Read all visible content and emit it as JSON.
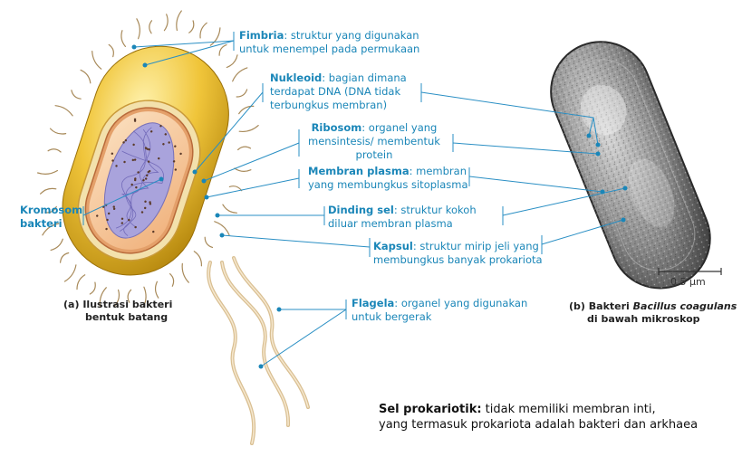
{
  "labels": {
    "fimbria": {
      "term": "Fimbria",
      "desc1": ": struktur yang digunakan",
      "desc2": "untuk menempel pada permukaan"
    },
    "nukleoid": {
      "term": "Nukleoid",
      "desc1": ": bagian dimana",
      "desc2": "terdapat DNA (DNA tidak",
      "desc3": "terbungkus membran)"
    },
    "ribosom": {
      "term": "Ribosom",
      "desc1": ": organel yang",
      "desc2": "mensintesis/ membentuk",
      "desc3": "protein"
    },
    "membran": {
      "term": "Membran plasma",
      "desc1": ": membran",
      "desc2": "yang membungkus sitoplasma"
    },
    "dinding": {
      "term": "Dinding sel",
      "desc1": ": struktur kokoh",
      "desc2": "diluar membran plasma"
    },
    "kapsul": {
      "term": "Kapsul",
      "desc1": ": struktur mirip jeli yang",
      "desc2": "membungkus banyak prokariota"
    },
    "flagela": {
      "term": "Flagela",
      "desc1": ": organel yang digunakan",
      "desc2": "untuk bergerak"
    },
    "kromosom": {
      "line1": "Kromosom",
      "line2": "bakteri"
    }
  },
  "captions": {
    "a": {
      "marker": "(a)",
      "line1": "Ilustrasi bakteri",
      "line2": "bentuk batang"
    },
    "b": {
      "marker": "(b)",
      "prefix": "Bakteri ",
      "species": "Bacillus coagulans",
      "line2": "di bawah mikroskop"
    }
  },
  "scale_bar": {
    "label": "0.5 μm"
  },
  "footer": {
    "term": "Sel prokariotik:",
    "line1": " tidak memiliki membran inti,",
    "line2": "yang termasuk prokariota adalah bakteri dan arkhaea"
  },
  "colors": {
    "label": "#1a86b8",
    "leader": "#2a8fc4",
    "capsule": "#e0b020",
    "wall": "#f2dca0",
    "cytoplasm": "#f6c89a",
    "nucleoid": "#9f9ad8",
    "flagellum": "#e8d3b0"
  }
}
